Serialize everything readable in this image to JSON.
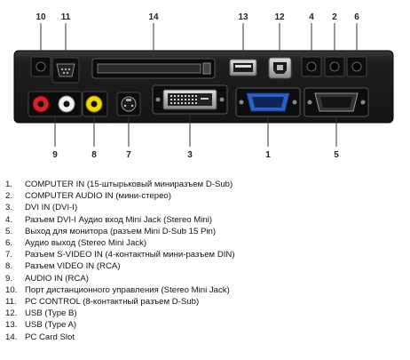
{
  "callouts": {
    "n1": "1",
    "n2": "2",
    "n3": "3",
    "n4": "4",
    "n5": "5",
    "n6": "6",
    "n7": "7",
    "n8": "8",
    "n9": "9",
    "n10": "10",
    "n11": "11",
    "n12": "12",
    "n13": "13",
    "n14": "14"
  },
  "legend": [
    {
      "num": "1.",
      "text": "COMPUTER IN (15-штырьковый миниразъем D-Sub)"
    },
    {
      "num": "2.",
      "text": "COMPUTER AUDIO IN (мини-стерео)"
    },
    {
      "num": "3.",
      "text": "DVI IN (DVI-I)"
    },
    {
      "num": "4.",
      "text": "Разъем DVI-I Аудио вход Mini Jack (Stereo Mini)"
    },
    {
      "num": "5.",
      "text": "Выход для монитора (разъем Mini D-Sub 15 Pin)"
    },
    {
      "num": "6.",
      "text": "Аудио выход (Stereo Mini Jack)"
    },
    {
      "num": "7.",
      "text": "Разъем S-VIDEO IN (4-контактный мини-разъем DIN)"
    },
    {
      "num": "8.",
      "text": "Разъем VIDEO IN (RCA)"
    },
    {
      "num": "9.",
      "text": "AUDIO IN (RCA)"
    },
    {
      "num": "10.",
      "text": "Порт дистанционного управления (Stereo Mini Jack)"
    },
    {
      "num": "11.",
      "text": "PC CONTROL (8-контактный разъем D-Sub)"
    },
    {
      "num": "12.",
      "text": "USB (Type B)"
    },
    {
      "num": "13.",
      "text": "USB (Type A)"
    },
    {
      "num": "14.",
      "text": "PC Card Slot"
    }
  ],
  "colors": {
    "panel": "#1d1d1d",
    "rca_red": "#d8232a",
    "rca_white": "#f2f2f2",
    "rca_yellow": "#f2d600",
    "vga_blue": "#2b63c9"
  }
}
